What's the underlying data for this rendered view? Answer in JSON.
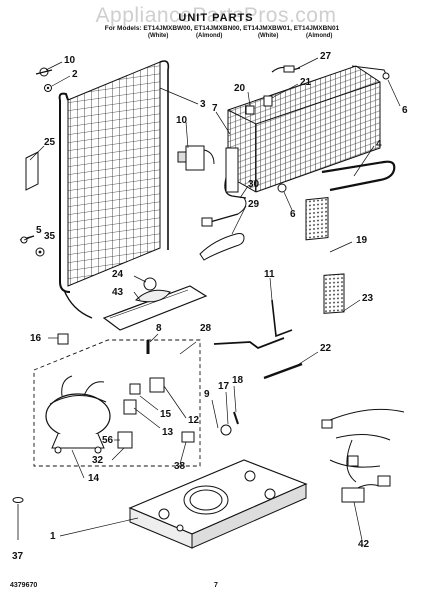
{
  "watermark": "AppliancePartsPros.com",
  "header": {
    "title": "UNIT PARTS",
    "models_line": "For Models: ET14JMXBW00, ET14JMXBN00, ET14JMXBW01, ET14JMXBN01",
    "variants": [
      "(White)",
      "(Almond)",
      "(White)",
      "(Almond)"
    ]
  },
  "callouts": [
    "10",
    "2",
    "3",
    "10",
    "7",
    "20",
    "27",
    "21",
    "6",
    "25",
    "4",
    "30",
    "29",
    "6",
    "5",
    "35",
    "19",
    "24",
    "43",
    "11",
    "23",
    "16",
    "8",
    "28",
    "22",
    "9",
    "17",
    "18",
    "12",
    "15",
    "13",
    "56",
    "32",
    "38",
    "14",
    "1",
    "37",
    "42"
  ],
  "footer": {
    "doc_number": "4379670",
    "page_number": "7"
  }
}
